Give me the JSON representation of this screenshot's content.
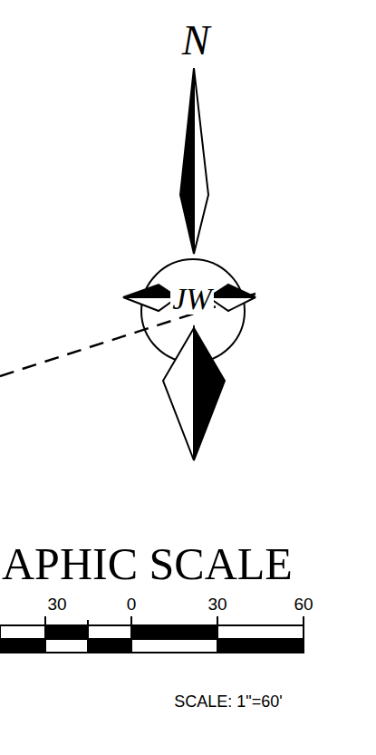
{
  "diagram": {
    "labels": [
      "N",
      "JW",
      "APHIC SCALE",
      "30",
      "0",
      "30",
      "60",
      "SCALE: 1\"=60'"
    ]
  }
}
